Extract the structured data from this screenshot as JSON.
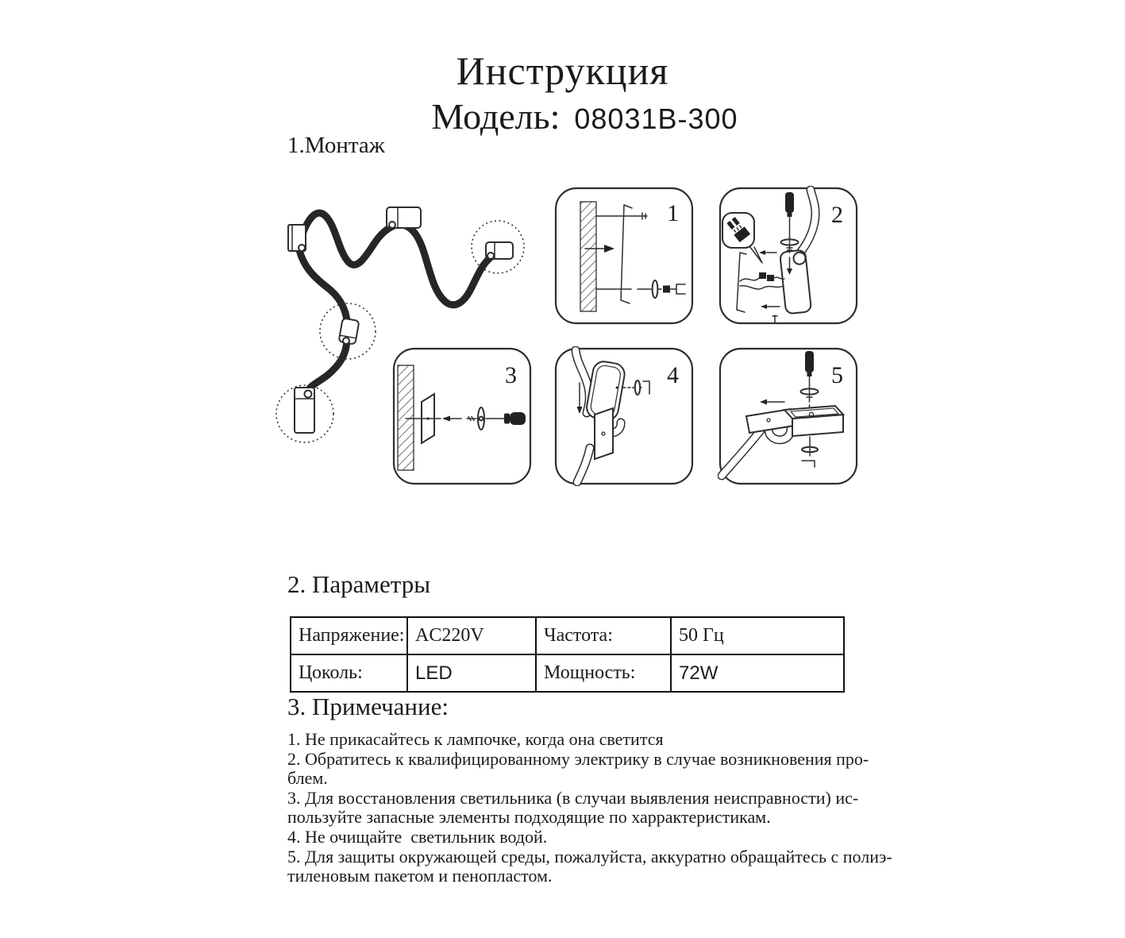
{
  "page": {
    "title": "Инструкция",
    "model_label": "Модель:",
    "model_value": "08031B-300"
  },
  "sections": {
    "montage": {
      "heading": "1.Монтаж"
    },
    "params": {
      "heading": "2. Параметры"
    },
    "notes": {
      "heading": "3. Примечание:",
      "lines": [
        "1. Не прикасайтесь к лампочке, когда она светится",
        "2. Обратитесь к квалифицированному электрику в случае возникновения про-",
        "блем.",
        "3. Для восстановления светильника (в случаи выявления неисправности) ис-",
        "пользуйте запасные элементы подходящие по харрактеристикам.",
        "4. Не очищайте  светильник водой.",
        "5. Для защиты окружающей среды, пожалуйста, аккуратно обращайтесь с полиэ-",
        "тиленовым пакетом и пенопластом."
      ]
    }
  },
  "params_table": {
    "rows": [
      {
        "c0": "Напряжение:",
        "c1": "AC220V",
        "c2": "Частота:",
        "c3": "50 Гц"
      },
      {
        "c0": "Цоколь:",
        "c1": "LED",
        "c2": "Мощность:",
        "c3": "72W"
      }
    ]
  },
  "diagrams": {
    "overview_icons": [
      "flexible-tube",
      "wall-mount-clip",
      "highlight-circle",
      "end-lamp"
    ],
    "panels": [
      {
        "number": "1",
        "icons": [
          "wall-hatch",
          "mounting-bracket",
          "screw",
          "wall-anchor",
          "wing-screw",
          "connector-fork"
        ]
      },
      {
        "number": "2",
        "icons": [
          "screwdriver",
          "wing-screw",
          "wire-connector-callout",
          "mounting-bracket",
          "lamp-body",
          "arrows"
        ]
      },
      {
        "number": "3",
        "icons": [
          "wall-hatch",
          "mounting-plate",
          "wing-screw",
          "screwdriver",
          "arrow"
        ]
      },
      {
        "number": "4",
        "icons": [
          "flexible-tube",
          "clip-cover",
          "mounting-plate",
          "wing-screw",
          "down-arrow"
        ]
      },
      {
        "number": "5",
        "icons": [
          "screwdriver",
          "wing-screw",
          "end-box",
          "mounting-plate",
          "flexible-tube",
          "arrow"
        ]
      }
    ]
  },
  "colors": {
    "paper": "#ffffff",
    "ink": "#1b1b1b",
    "line": "#2e2e2e",
    "tube": "#262626"
  }
}
